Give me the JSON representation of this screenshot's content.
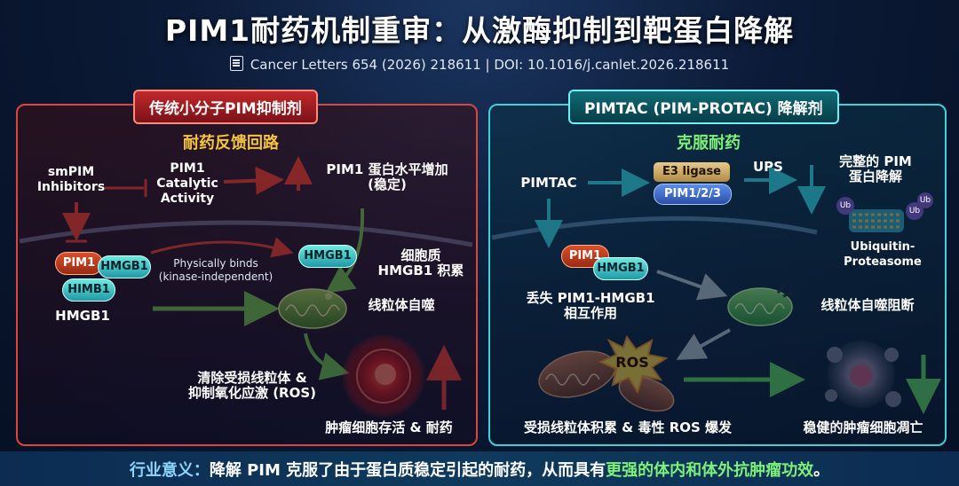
{
  "header": {
    "title": "PIM1耐药机制重审：从激酶抑制到靶蛋白降解",
    "citation": "Cancer Letters 654 (2026) 218611  |  DOI: 10.1016/j.canlet.2026.218611"
  },
  "left_panel": {
    "heading": "传统小分子PIM抑制剂",
    "subtitle": "耐药反馈回路",
    "inhibitor": "smPIM\nInhibitors",
    "catalytic": "PIM1\nCatalytic\nActivity",
    "protein_up": "PIM1 蛋白水平增加\n(稳定)",
    "complex_pim1": "PIM1",
    "complex_hmgb1": "HMGB1",
    "complex_himb1": "HIMB1",
    "complex_label": "HMGB1",
    "binds": "Physically binds\n(kinase-independent)",
    "hmgb1_free": "HMGB1",
    "cytoplasm": "细胞质\nHMGB1 积累",
    "mitophagy": "线粒体自噬",
    "clearance": "清除受损线粒体 &\n抑制氧化应激 (ROS)",
    "survival": "肿瘤细胞存活 & 耐药"
  },
  "right_panel": {
    "heading": "PIMTAC (PIM-PROTAC) 降解剂",
    "subtitle": "克服耐药",
    "pimtac": "PIMTAC",
    "e3": "E3 ligase",
    "pim123": "PIM1/2/3",
    "ups": "UPS",
    "degradation": "完整的 PIM\n蛋白降解",
    "ub1": "Ub",
    "ub2": "Ub",
    "ub3": "Ub",
    "proteasome": "Ubiquitin-\nProteasome",
    "pim1": "PIM1",
    "hmgb1": "HMGB1",
    "loss": "丢失 PIM1-HMGB1\n相互作用",
    "mito_block": "线粒体自噬阻断",
    "ros": "ROS",
    "damage": "受损线粒体积累 & 毒性 ROS 爆发",
    "death": "稳健的肿瘤细胞凋亡"
  },
  "footer": {
    "prefix": "行业意义：",
    "main": "降解 PIM 克服了由于蛋白质稳定引起的耐药，从而具有",
    "highlight": "更强的体内和体外抗肿瘤功效",
    "end": "。"
  },
  "colors": {
    "red_accent": "#d9483f",
    "teal_accent": "#3fd0d8",
    "green_arrow": "#5fd35a",
    "subtitle_gold": "#f5c542",
    "subtitle_green": "#7df07a"
  }
}
